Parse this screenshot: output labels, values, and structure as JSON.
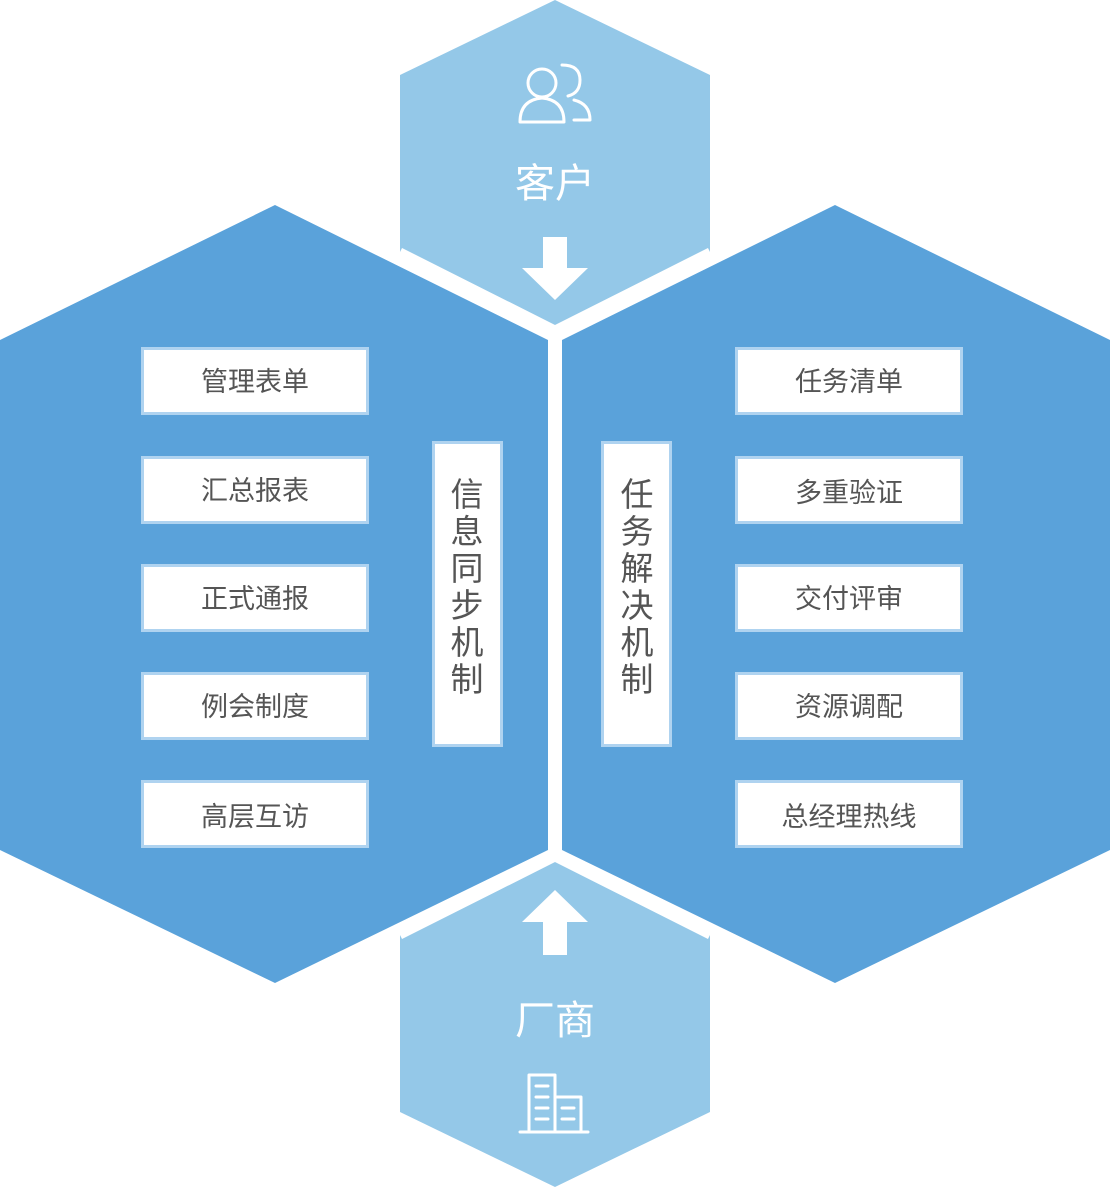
{
  "colors": {
    "light_blue": "#94C8E8",
    "mid_blue": "#5AA2DA",
    "box_fill": "#ffffff",
    "box_border": "#AFD3F0",
    "text": "#555555"
  },
  "top_node": {
    "label": "客户",
    "icon": "users-icon",
    "arrow": "arrow-down-icon"
  },
  "bottom_node": {
    "label": "厂商",
    "icon": "building-icon",
    "arrow": "arrow-up-icon"
  },
  "left_panel": {
    "mechanism": [
      "信",
      "息",
      "同",
      "步",
      "机",
      "制"
    ],
    "items": [
      "管理表单",
      "汇总报表",
      "正式通报",
      "例会制度",
      "高层互访"
    ]
  },
  "right_panel": {
    "mechanism": [
      "任",
      "务",
      "解",
      "决",
      "机",
      "制"
    ],
    "items": [
      "任务清单",
      "多重验证",
      "交付评审",
      "资源调配",
      "总经理热线"
    ]
  }
}
